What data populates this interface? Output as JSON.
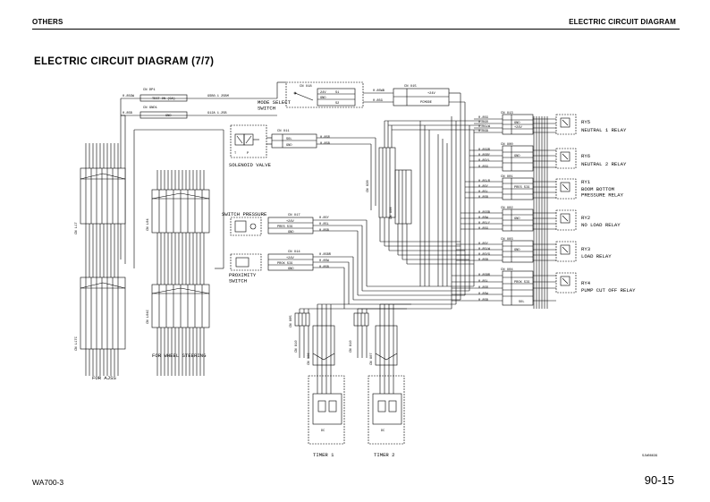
{
  "header": {
    "section": "OTHERS",
    "chapter": "ELECTRIC CIRCUIT DIAGRAM"
  },
  "title": "ELECTRIC CIRCUIT DIAGRAM (7/7)",
  "footer": {
    "model": "WA700-3",
    "page": "90-15",
    "drawing_no": "SJW08639"
  },
  "components": {
    "mode_select_switch": "MODE SELECT\nSWITCH",
    "solenoid_valve": "SOLENOID VALVE",
    "pressure_switch": "SWITCH PRESSURE",
    "proximity_switch": "PROXIMITY\nSWITCH",
    "for_ajss": "FOR AJSS",
    "for_wheel_steering": "FOR WHEEL STEERING",
    "timer_1": "TIMER 1",
    "timer_2": "TIMER 2"
  },
  "connectors": {
    "dp1": "CN DP1",
    "gnd1": "CN GND1",
    "u18": "CN U18",
    "u15": "CN U15",
    "u11": "CN U11",
    "u17": "CN U17",
    "u14": "CN U14",
    "u28": "CN U28",
    "u08": "CN U08",
    "l17": "CN L17",
    "l04": "CN L04",
    "l17c": "CN L17C",
    "l04c": "CN L04C",
    "u05": "CN U05",
    "u10": "CN U10",
    "u06": "CN U06",
    "u07": "CN U07",
    "u13": "CN U13",
    "u00": "CN U00",
    "u01": "CN U01",
    "u02": "CN U02",
    "u03": "CN U03",
    "u04": "CN U04"
  },
  "relays": [
    {
      "id": "RY5",
      "name": "NEUTRAL 1 RELAY"
    },
    {
      "id": "RY6",
      "name": "NEUTRAL 2 RELAY"
    },
    {
      "id": "RY1",
      "name": "BOOM BOTTOM\nPRESSURE RELAY"
    },
    {
      "id": "RY2",
      "name": "NO LOAD RELAY"
    },
    {
      "id": "RY3",
      "name": "LOAD RELAY"
    },
    {
      "id": "RY4",
      "name": "PUMP CUT OFF RELAY"
    }
  ],
  "wire_labels": {
    "w1": "0.85GW",
    "w2": "0.85B",
    "w3": "0.85WB",
    "w4": "0.85G",
    "w5": "0.85R",
    "w6": "0.85Y",
    "w7": "0.85L",
    "w8": "0.85BR",
    "w9": "0.85W",
    "w10": "0.85LW",
    "w11": "0.85GR",
    "w12": "0.85RY",
    "w13": "0.85YL",
    "w14": "0.85LR",
    "w15": "0.85SB",
    "w16": "0.85LY",
    "w17": "0.85YG"
  },
  "signal_labels": {
    "dp1_pin": "TEST ON (GA)",
    "dp1_out": "GSB0.1 25BM",
    "gnd1_pin": "GND",
    "gnd1_out": "G12A 1.25B",
    "u18_a": "24V",
    "u18_b": "GND",
    "u18_c": "S1",
    "u18_d": "S2",
    "u15_a": "+24V",
    "u15_b": "PCMODE",
    "u11_a": "SOL",
    "u11_b": "GND",
    "u17_a": "+24V",
    "u17_b": "PRES SIG",
    "u17_c": "GND",
    "u14_a": "+24V",
    "u14_b": "PROX SIG",
    "u14_c": "GND",
    "relay_gnd": "GND",
    "relay_pres": "PRES SIG",
    "relay_prox": "PROX SIG",
    "relay_24v": "+24V",
    "relay_sol": "SOL",
    "timer_dc": "DC"
  }
}
